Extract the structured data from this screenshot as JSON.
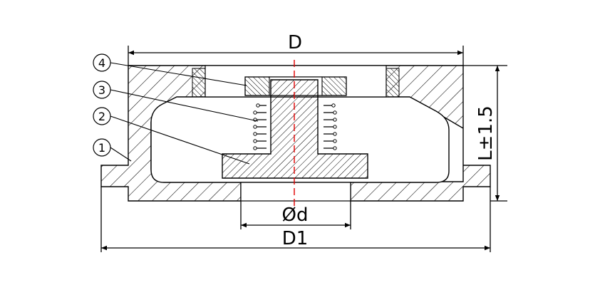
{
  "dimensions": {
    "overall_diameter": "D",
    "flange_diameter": "D1",
    "bore": "Ød",
    "length": "L±1.5"
  },
  "part_callouts": [
    "1",
    "2",
    "3",
    "4"
  ],
  "colors": {
    "line": "#000000",
    "hatch": "#000000",
    "centerline": "#e00000",
    "background": "#ffffff"
  }
}
